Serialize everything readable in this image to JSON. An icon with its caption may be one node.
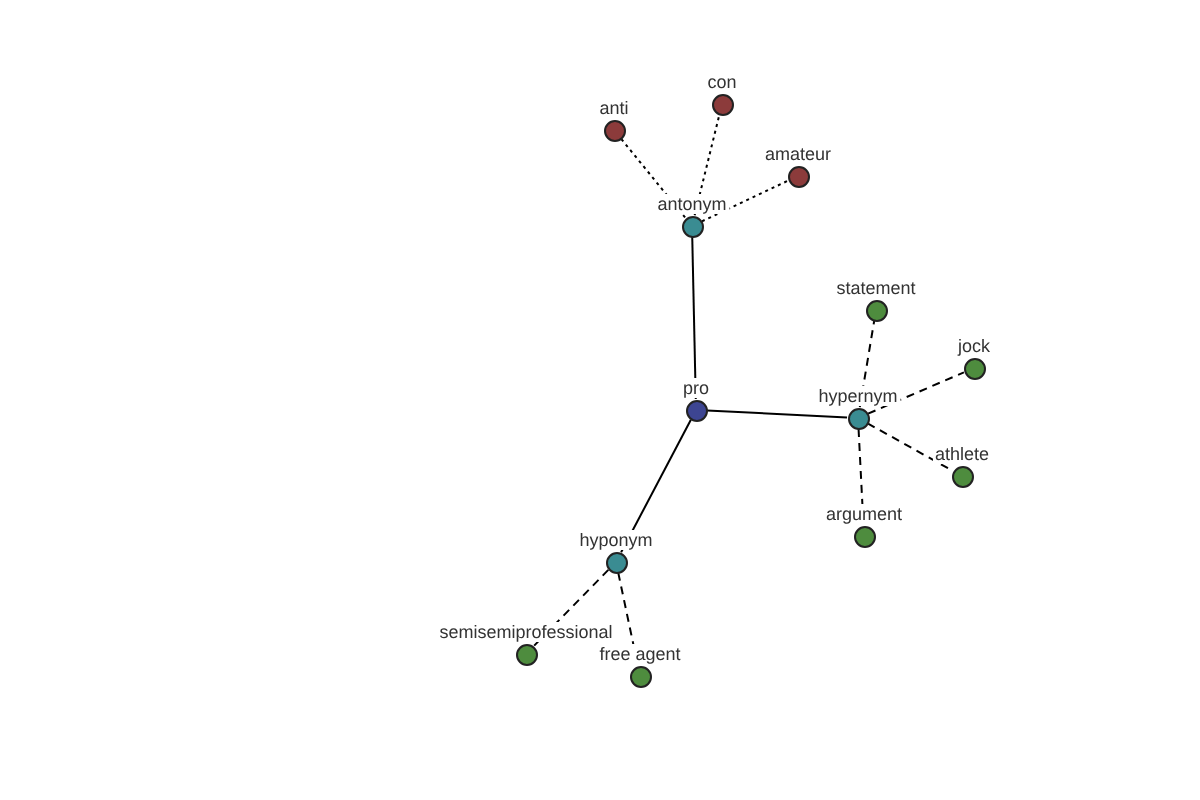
{
  "diagram": {
    "nodes": [
      {
        "text": [
          "pro"
        ]
      },
      {
        "text": [
          "antonym"
        ]
      },
      {
        "text": [
          "anti"
        ]
      },
      {
        "text": [
          "con"
        ]
      },
      {
        "text": [
          "amateur"
        ]
      },
      {
        "text": [
          "hypernym"
        ]
      },
      {
        "text": [
          "statement"
        ]
      },
      {
        "text": [
          "jock"
        ]
      },
      {
        "text": [
          "athlete"
        ]
      },
      {
        "text": [
          "argument"
        ]
      },
      {
        "text": [
          "hyponym"
        ]
      },
      {
        "text": [
          "semisemiprofessional"
        ]
      },
      {
        "text": [
          "free agent"
        ]
      }
    ],
    "edges": [
      {
        "from": 0,
        "to": 1,
        "arrow": "none"
      },
      {
        "from": 0,
        "to": 5,
        "arrow": "none"
      },
      {
        "from": 0,
        "to": 10,
        "arrow": "none"
      },
      {
        "from": 1,
        "to": 2,
        "arrow": "none",
        "style": "dashed"
      },
      {
        "from": 1,
        "to": 3,
        "arrow": "none",
        "style": "dashed"
      },
      {
        "from": 1,
        "to": 4,
        "arrow": "none",
        "style": "dashed"
      },
      {
        "from": 5,
        "to": 6,
        "arrow": "none",
        "style": "dashed"
      },
      {
        "from": 5,
        "to": 7,
        "arrow": "none",
        "style": "dashed"
      },
      {
        "from": 5,
        "to": 8,
        "arrow": "none",
        "style": "dashed"
      },
      {
        "from": 5,
        "to": 9,
        "arrow": "none",
        "style": "dashed"
      },
      {
        "from": 10,
        "to": 11,
        "arrow": "none",
        "style": "dashed"
      },
      {
        "from": 10,
        "to": 12,
        "arrow": "none",
        "style": "dashed"
      }
    ]
  }
}
